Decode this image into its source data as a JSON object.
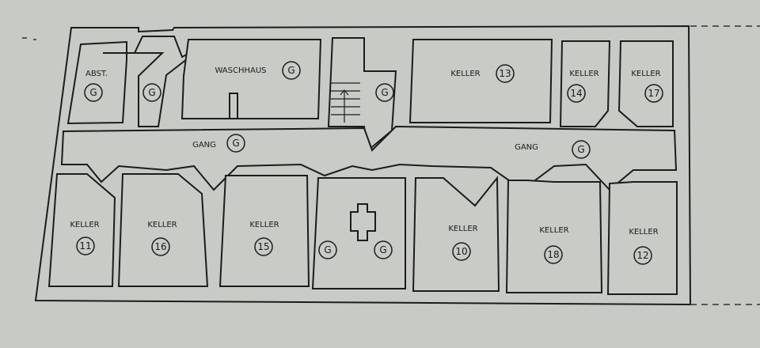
{
  "plan": {
    "top_rooms": [
      {
        "label": "ABST.",
        "marker": "G"
      },
      {
        "label": "",
        "marker": "G"
      },
      {
        "label": "WASCHHAUS",
        "marker": "G"
      },
      {
        "label": "",
        "marker": "G"
      },
      {
        "label": "KELLER",
        "marker": "13"
      },
      {
        "label": "KELLER",
        "marker": "14"
      },
      {
        "label": "KELLER",
        "marker": "17"
      }
    ],
    "corridors": [
      {
        "label": "GANG",
        "marker": "G"
      },
      {
        "label": "GANG",
        "marker": "G"
      }
    ],
    "bottom_rooms": [
      {
        "label": "KELLER",
        "marker": "11"
      },
      {
        "label": "KELLER",
        "marker": "16"
      },
      {
        "label": "KELLER",
        "marker": "15"
      },
      {
        "label": "",
        "marker": "G",
        "marker2": "G"
      },
      {
        "label": "KELLER",
        "marker": "10"
      },
      {
        "label": "KELLER",
        "marker": "18"
      },
      {
        "label": "KELLER",
        "marker": "12"
      }
    ]
  }
}
